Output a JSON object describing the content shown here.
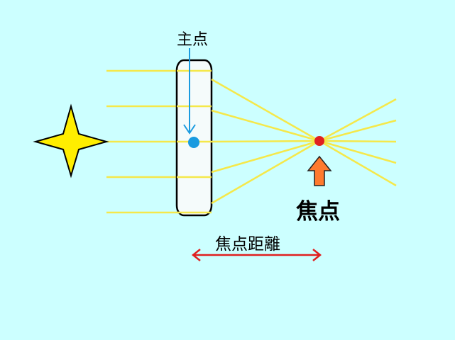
{
  "labels": {
    "principal_point": "主点",
    "focal_point": "焦点",
    "focal_length": "焦点距離"
  },
  "colors": {
    "background": "#ccffff",
    "light_ray": "#f5e84a",
    "star_fill": "#ffee00",
    "star_outline": "#000000",
    "lens_fill": "#f5fbfb",
    "lens_outline": "#000000",
    "principal_point": "#1a9be0",
    "principal_arrow": "#1a9be0",
    "focal_point": "#e02020",
    "focal_arrow": "#ff7a2e",
    "focal_length_arrow": "#e02020"
  }
}
